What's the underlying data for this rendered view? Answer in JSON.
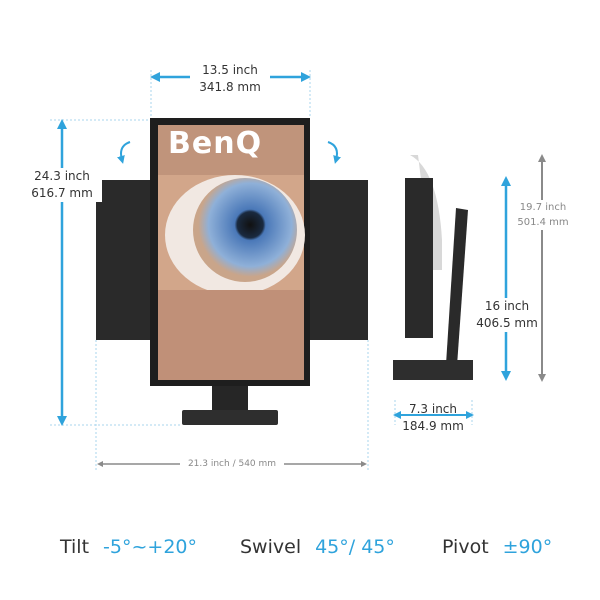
{
  "brand": "BenQ",
  "colors": {
    "accent": "#2fa3dc",
    "gray_arrow": "#8a8a8a",
    "monitor": "#2b2b2b"
  },
  "dimensions": {
    "width_top": {
      "inch": "13.5 inch",
      "mm": "341.8 mm"
    },
    "height_left": {
      "inch": "24.3 inch",
      "mm": "616.7 mm"
    },
    "width_bottom": "21.3 inch / 540 mm",
    "side_max_height": {
      "inch": "19.7 inch",
      "mm": "501.4 mm"
    },
    "side_min_height": {
      "inch": "16 inch",
      "mm": "406.5 mm"
    },
    "depth": {
      "inch": "7.3 inch",
      "mm": "184.9 mm"
    }
  },
  "specs": [
    {
      "label": "Tilt",
      "value": "-5°~+20°"
    },
    {
      "label": "Swivel",
      "value": "45°/ 45°"
    },
    {
      "label": "Pivot",
      "value": "±90°"
    }
  ]
}
